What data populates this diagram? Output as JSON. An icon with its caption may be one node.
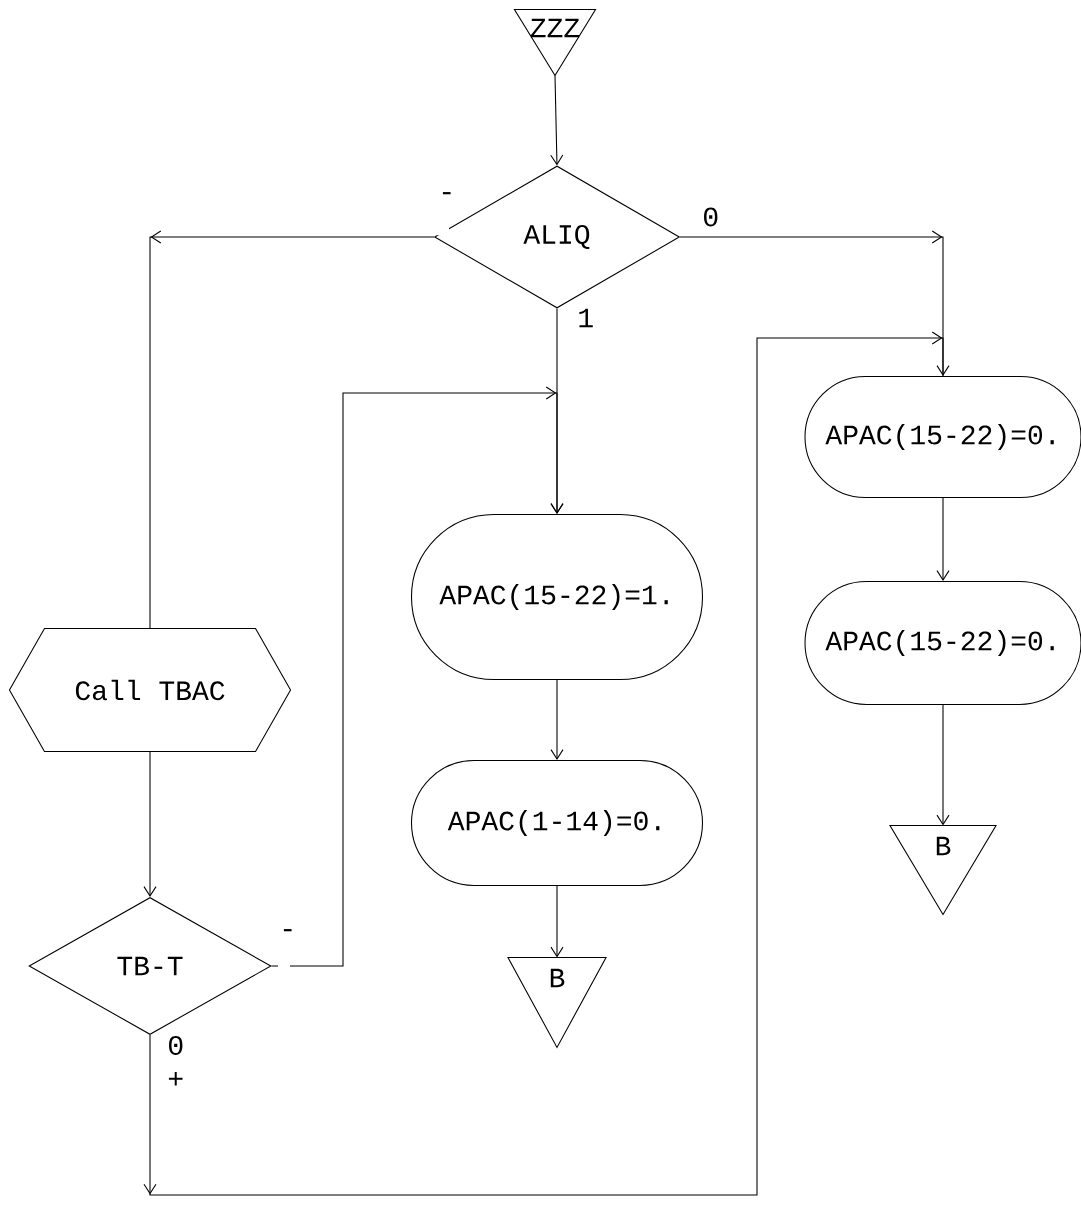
{
  "diagram": {
    "nodes": [
      {
        "text": [
          "ZZZ"
        ]
      },
      {
        "text": [
          "ALIQ"
        ]
      },
      {
        "text": [
          "Call TBAC"
        ]
      },
      {
        "text": [
          "APAC(15-22)=1."
        ]
      },
      {
        "text": [
          "APAC(1-14)=0."
        ]
      },
      {
        "text": [
          "B"
        ]
      },
      {
        "text": [
          "APAC(15-22)=0."
        ]
      },
      {
        "text": [
          "APAC(15-22)=0."
        ]
      },
      {
        "text": [
          "TB-T"
        ]
      },
      {
        "text": [
          "B"
        ]
      }
    ],
    "edges": [
      {
        "from": 0,
        "to": 1,
        "arrow": "to"
      },
      {
        "from": 1,
        "to": 2,
        "arrow": "to",
        "label": "-"
      },
      {
        "from": 1,
        "to": 3,
        "arrow": "to",
        "label": "1"
      },
      {
        "from": 1,
        "to": 6,
        "arrow": "to",
        "label": "0"
      },
      {
        "from": 3,
        "to": 4,
        "arrow": "to"
      },
      {
        "from": 4,
        "to": 5,
        "arrow": "to"
      },
      {
        "from": 6,
        "to": 7,
        "arrow": "to"
      },
      {
        "from": 7,
        "to": 9,
        "arrow": "to"
      },
      {
        "from": 2,
        "to": 8,
        "arrow": "to"
      },
      {
        "from": 8,
        "to": 3,
        "arrow": "to",
        "label": "-"
      },
      {
        "from": 8,
        "to": 6,
        "arrow": "to",
        "label": "0 +"
      }
    ]
  }
}
